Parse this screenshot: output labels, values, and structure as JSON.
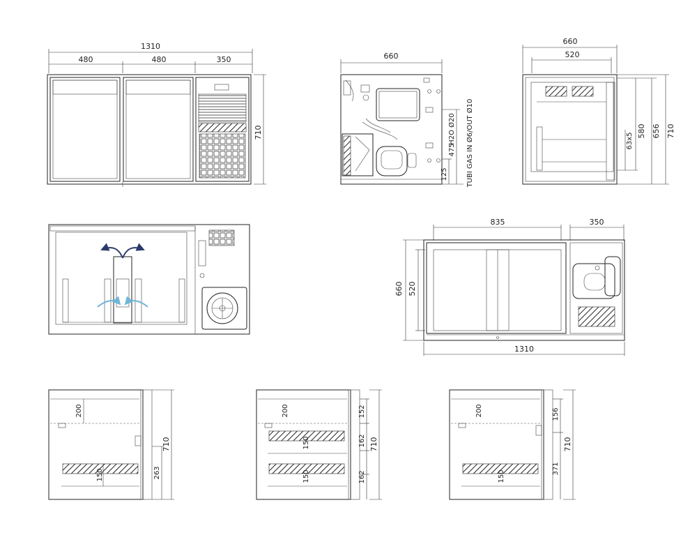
{
  "front_view": {
    "overall": "1310",
    "door1": "480",
    "door2": "480",
    "panel": "350",
    "height": "710"
  },
  "side_view": {
    "depth": "660",
    "dim_125": "125",
    "dim_475": "475",
    "h2o": "H2O Ø20",
    "tubi": "TUBI GAS IN Ø6/OUT Ø10"
  },
  "right_view": {
    "outer": "660",
    "inner": "520",
    "dim_63x5": "63x5",
    "dim_580": "580",
    "dim_656": "656",
    "dim_710": "710"
  },
  "plan_view": {
    "width_835": "835",
    "width_350": "350",
    "depth_660": "660",
    "depth_520": "520",
    "overall": "1310"
  },
  "section_1": {
    "dim_200": "200",
    "dim_150": "150",
    "dim_263": "263",
    "dim_710": "710"
  },
  "section_2": {
    "dim_200": "200",
    "dim_150a": "150",
    "dim_150b": "150",
    "dim_152": "152",
    "dim_162a": "162",
    "dim_162b": "162",
    "dim_710": "710"
  },
  "section_3": {
    "dim_200": "200",
    "dim_150": "150",
    "dim_156": "156",
    "dim_371": "371",
    "dim_710": "710"
  }
}
